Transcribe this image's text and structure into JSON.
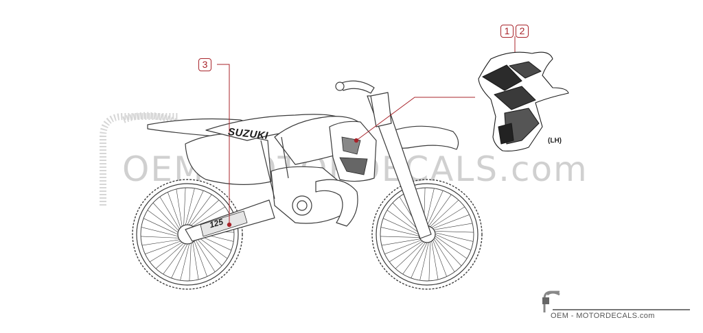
{
  "watermark": {
    "text": "OEM-MOTORDECALS.com"
  },
  "callouts": [
    {
      "id": "1",
      "label": "1"
    },
    {
      "id": "2",
      "label": "2"
    },
    {
      "id": "3",
      "label": "3"
    }
  ],
  "side_label": "(LH)",
  "tank_brand": "SUZUKI",
  "swingarm_decal": "125",
  "footer": {
    "brand_text": "OEM - MOTORDECALS.com"
  },
  "colors": {
    "callout": "#a8232a",
    "line_art": "#3a3a3a",
    "watermark": "#d0d0d0"
  }
}
